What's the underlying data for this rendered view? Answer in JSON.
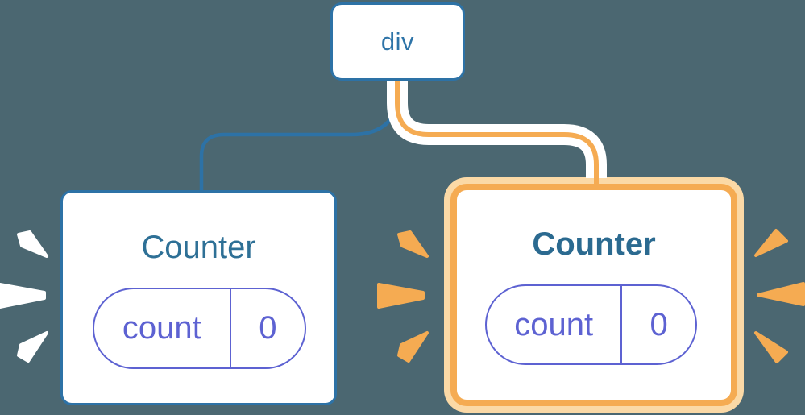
{
  "diagram": {
    "background_color": "#4b6771",
    "root": {
      "label": "div"
    },
    "children": [
      {
        "title": "Counter",
        "state": {
          "key": "count",
          "value": "0"
        },
        "highlighted": false,
        "burst_color": "#ffffff",
        "border_color": "#2d72a6"
      },
      {
        "title": "Counter",
        "state": {
          "key": "count",
          "value": "0"
        },
        "highlighted": true,
        "burst_color": "#f5ab52",
        "border_color": "#f5ab52"
      }
    ],
    "connectors": [
      {
        "from": "div",
        "to": "left Counter",
        "style": "thin blue line",
        "color": "#2d72a6"
      },
      {
        "from": "div",
        "to": "right Counter",
        "style": "thick white tube with orange stripe",
        "color": "#f5ab52"
      }
    ],
    "colors": {
      "blue": "#2d72a6",
      "blue_text": "#2e74a8",
      "title_text": "#2e7096",
      "title_text_bold": "#2b6a90",
      "purple": "#5d62d2",
      "orange": "#f5ab52",
      "peach": "#fbd9a6",
      "white": "#ffffff"
    }
  }
}
